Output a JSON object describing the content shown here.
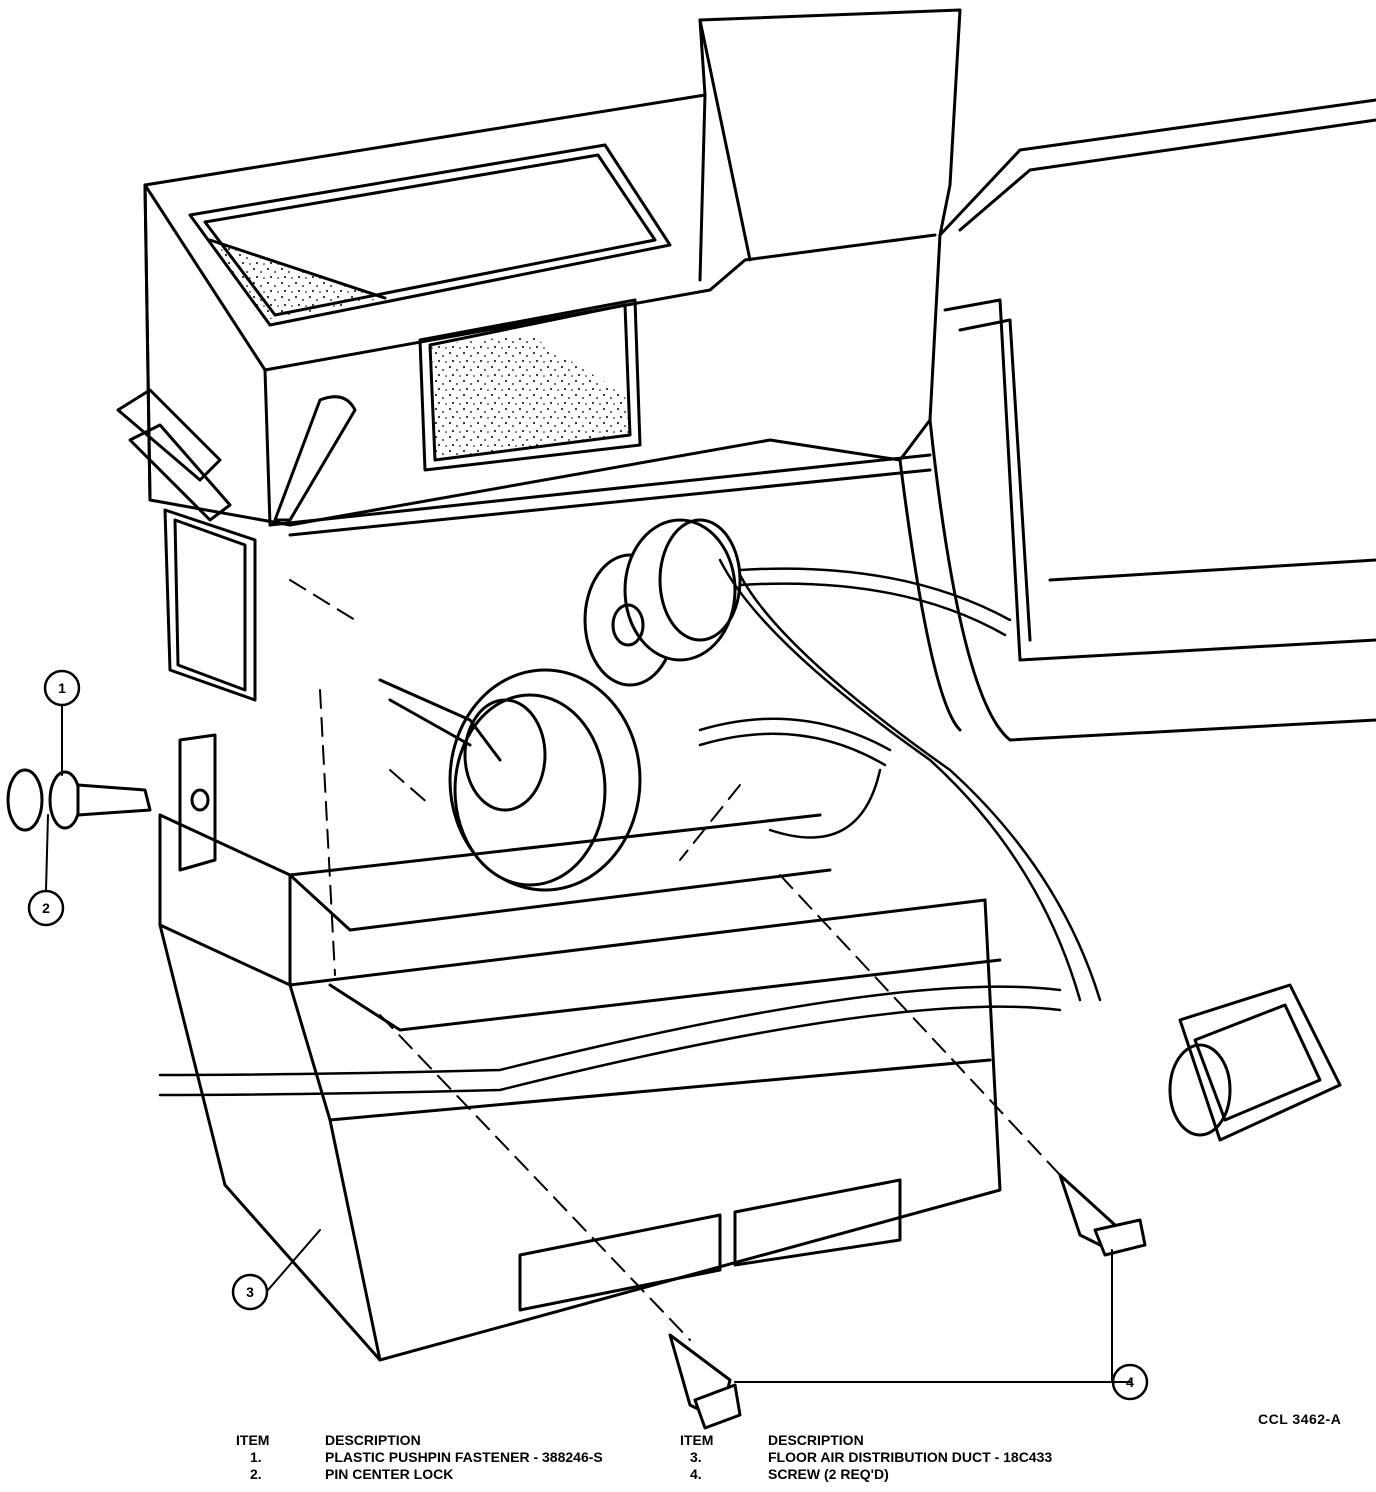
{
  "drawing_code": "CCL 3462-A",
  "callouts": [
    "1",
    "2",
    "3",
    "4"
  ],
  "legend": {
    "item_header": "ITEM",
    "description_header": "DESCRIPTION",
    "left": [
      {
        "item": "1.",
        "description": "PLASTIC PUSHPIN FASTENER - 388246-S"
      },
      {
        "item": "2.",
        "description": "PIN CENTER LOCK"
      }
    ],
    "right": [
      {
        "item": "3.",
        "description": "FLOOR AIR DISTRIBUTION DUCT - 18C433"
      },
      {
        "item": "4.",
        "description": "SCREW (2 REQ'D)"
      }
    ]
  }
}
